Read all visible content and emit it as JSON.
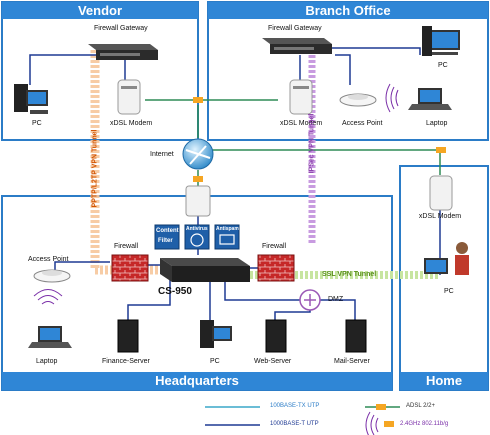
{
  "zones": {
    "vendor": "Vendor",
    "branch": "Branch Office",
    "headquarters": "Headquarters",
    "home": "Home"
  },
  "devices": {
    "vendor_gateway": "Firewall Gateway",
    "vendor_pc": "PC",
    "vendor_modem": "xDSL Modem",
    "branch_gateway": "Firewall Gateway",
    "branch_pc": "PC",
    "branch_modem": "xDSL Modem",
    "branch_ap": "Access Point",
    "branch_laptop": "Laptop",
    "internet": "Internet",
    "hq_ap": "Access Point",
    "hq_laptop": "Laptop",
    "hq_firewall_left": "Firewall",
    "hq_firewall_right": "Firewall",
    "cs950": "CS-950",
    "dmz": "DMZ",
    "finance_server": "Finance-Server",
    "hq_pc": "PC",
    "web_server": "Web-Server",
    "mail_server": "Mail-Server",
    "home_modem": "xDSL Modem",
    "home_pc": "PC"
  },
  "tunnels": {
    "pptp": "PPTP/L2TP VPN Tunnel",
    "ipsec": "IPSec VPN Tunnel",
    "ssl": "SSL VPN Tunnel"
  },
  "filters": {
    "content": "Content",
    "filter": "Filter",
    "antivirus": "Antivirus",
    "antispam": "Antispam"
  },
  "legend": {
    "utp_100": "100BASE-TX UTP",
    "utp_1000": "1000BASE-T UTP",
    "adsl": "ADSL 2/2+",
    "wifi": "2.4GHz 802.11b/g"
  },
  "colors": {
    "zone_border": "#2b7cc7",
    "zone_header": "#2f86d6",
    "utp_100": "#3aa7c9",
    "utp_1000": "#1f3a93",
    "adsl_line": "#2e8b57",
    "pptp_tunnel": "#f2b27a",
    "ipsec_tunnel": "#b36fd6",
    "ssl_tunnel": "#a9d66b"
  }
}
